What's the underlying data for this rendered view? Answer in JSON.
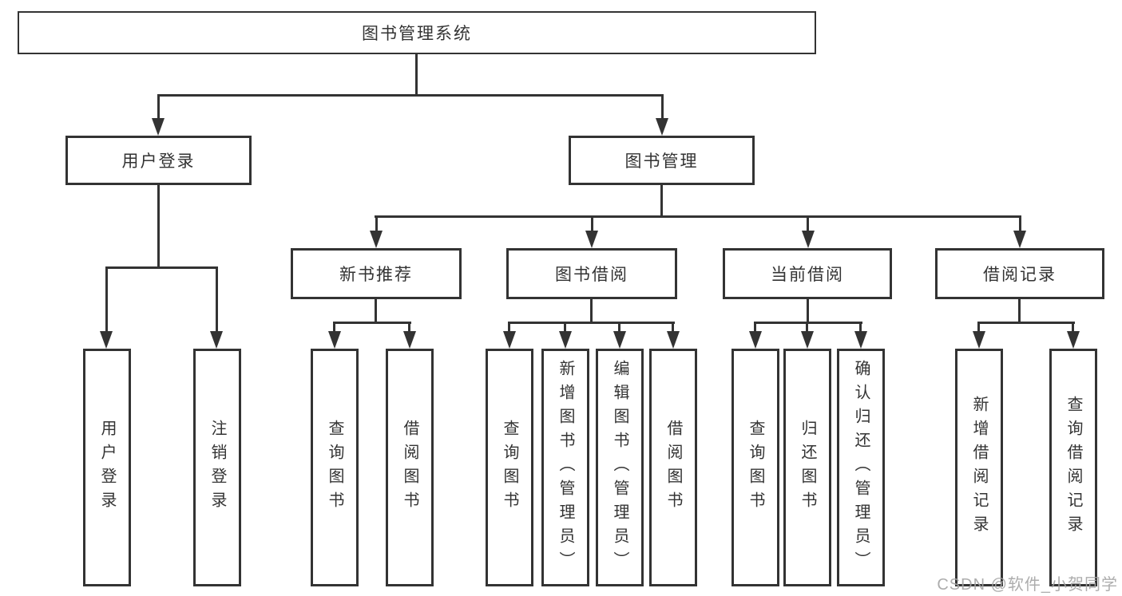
{
  "tree": {
    "label": "图书管理系统",
    "children": [
      {
        "label": "用户登录",
        "children": [
          {
            "label": "用户登录"
          },
          {
            "label": "注销登录"
          }
        ]
      },
      {
        "label": "图书管理",
        "children": [
          {
            "label": "新书推荐",
            "children": [
              {
                "label": "查询图书"
              },
              {
                "label": "借阅图书"
              }
            ]
          },
          {
            "label": "图书借阅",
            "children": [
              {
                "label": "查询图书"
              },
              {
                "label": "新增图书（管理员）"
              },
              {
                "label": "编辑图书（管理员）"
              },
              {
                "label": "借阅图书"
              }
            ]
          },
          {
            "label": "当前借阅",
            "children": [
              {
                "label": "查询图书"
              },
              {
                "label": "归还图书"
              },
              {
                "label": "确认归还（管理员）"
              }
            ]
          },
          {
            "label": "借阅记录",
            "children": [
              {
                "label": "新增借阅记录"
              },
              {
                "label": "查询借阅记录"
              }
            ]
          }
        ]
      }
    ]
  },
  "watermark": {
    "text": "CSDN @软件_小贺同学"
  },
  "colors": {
    "line": "#333333",
    "text": "#333333",
    "watermark": "#a4a4a4",
    "background": "#ffffff"
  }
}
